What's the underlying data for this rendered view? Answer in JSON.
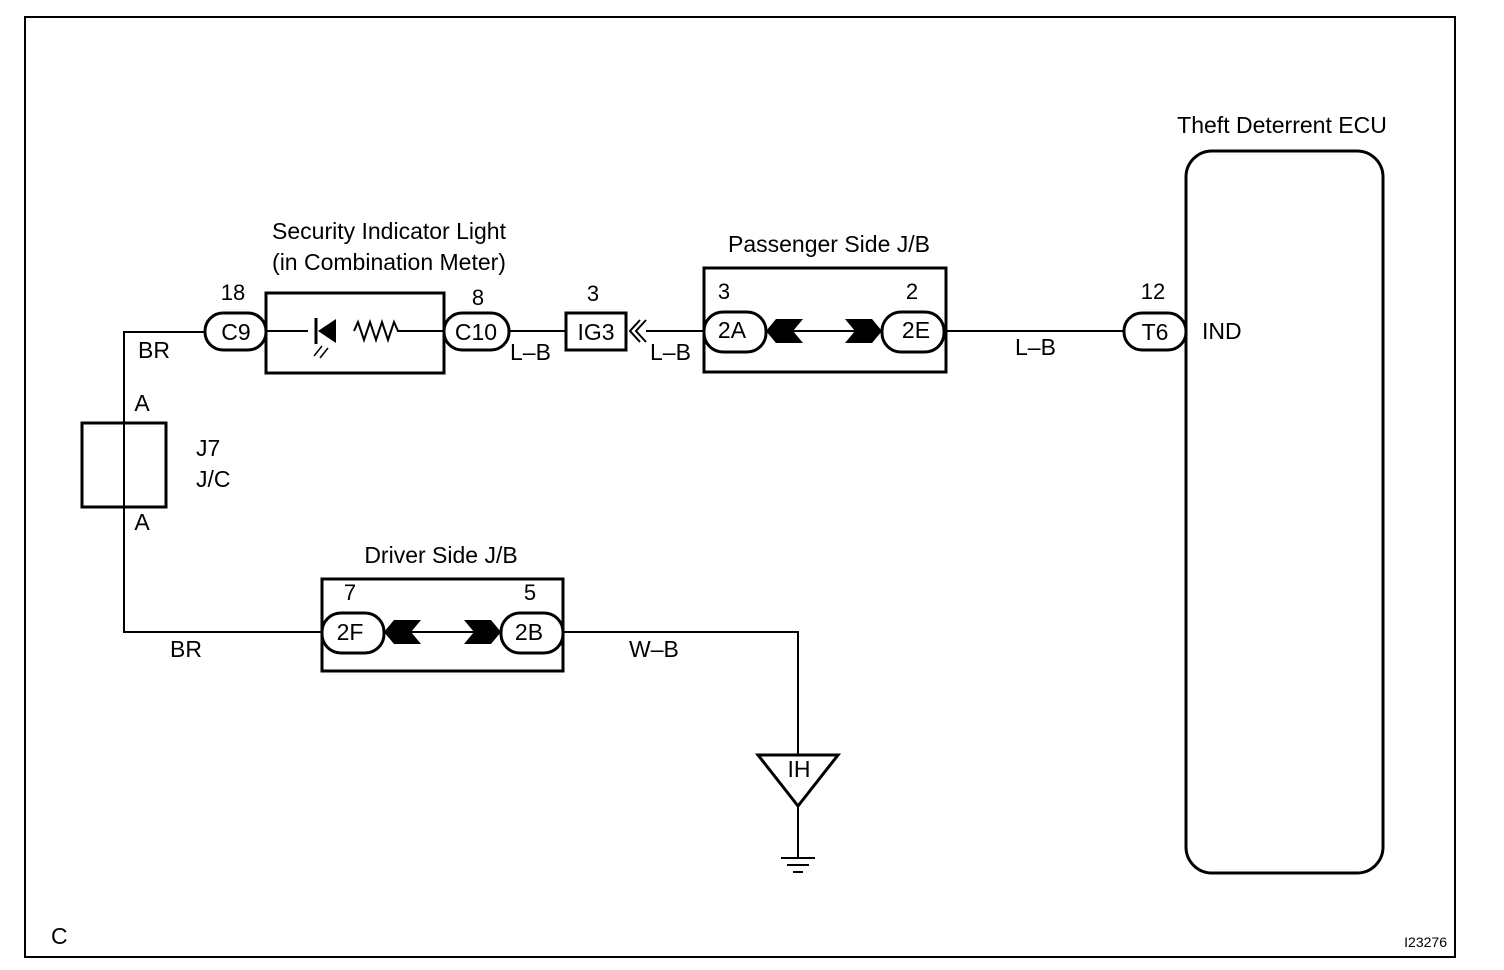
{
  "ecu": {
    "title": "Theft Deterrent ECU",
    "terminal": "IND"
  },
  "indicator": {
    "title_line1": "Security Indicator Light",
    "title_line2": "(in Combination Meter)"
  },
  "passenger_jb": {
    "title": "Passenger Side J/B"
  },
  "driver_jb": {
    "title": "Driver Side J/B"
  },
  "junction": {
    "name": "J7",
    "type": "J/C",
    "pin_top": "A",
    "pin_bottom": "A"
  },
  "connectors": {
    "c9": {
      "id": "C9",
      "pin": "18"
    },
    "c10": {
      "id": "C10",
      "pin": "8"
    },
    "ig3": {
      "id": "IG3",
      "pin": "3"
    },
    "2a": {
      "id": "2A",
      "pin": "3"
    },
    "2e": {
      "id": "2E",
      "pin": "2"
    },
    "t6": {
      "id": "T6",
      "pin": "12"
    },
    "2f": {
      "id": "2F",
      "pin": "7"
    },
    "2b": {
      "id": "2B",
      "pin": "5"
    },
    "ih": {
      "id": "IH"
    }
  },
  "wires": {
    "br_top": "BR",
    "lb_1": "L–B",
    "lb_2": "L–B",
    "lb_3": "L–B",
    "br_bottom": "BR",
    "wb": "W–B"
  },
  "footer": {
    "section": "C",
    "figure_id": "I23276"
  }
}
